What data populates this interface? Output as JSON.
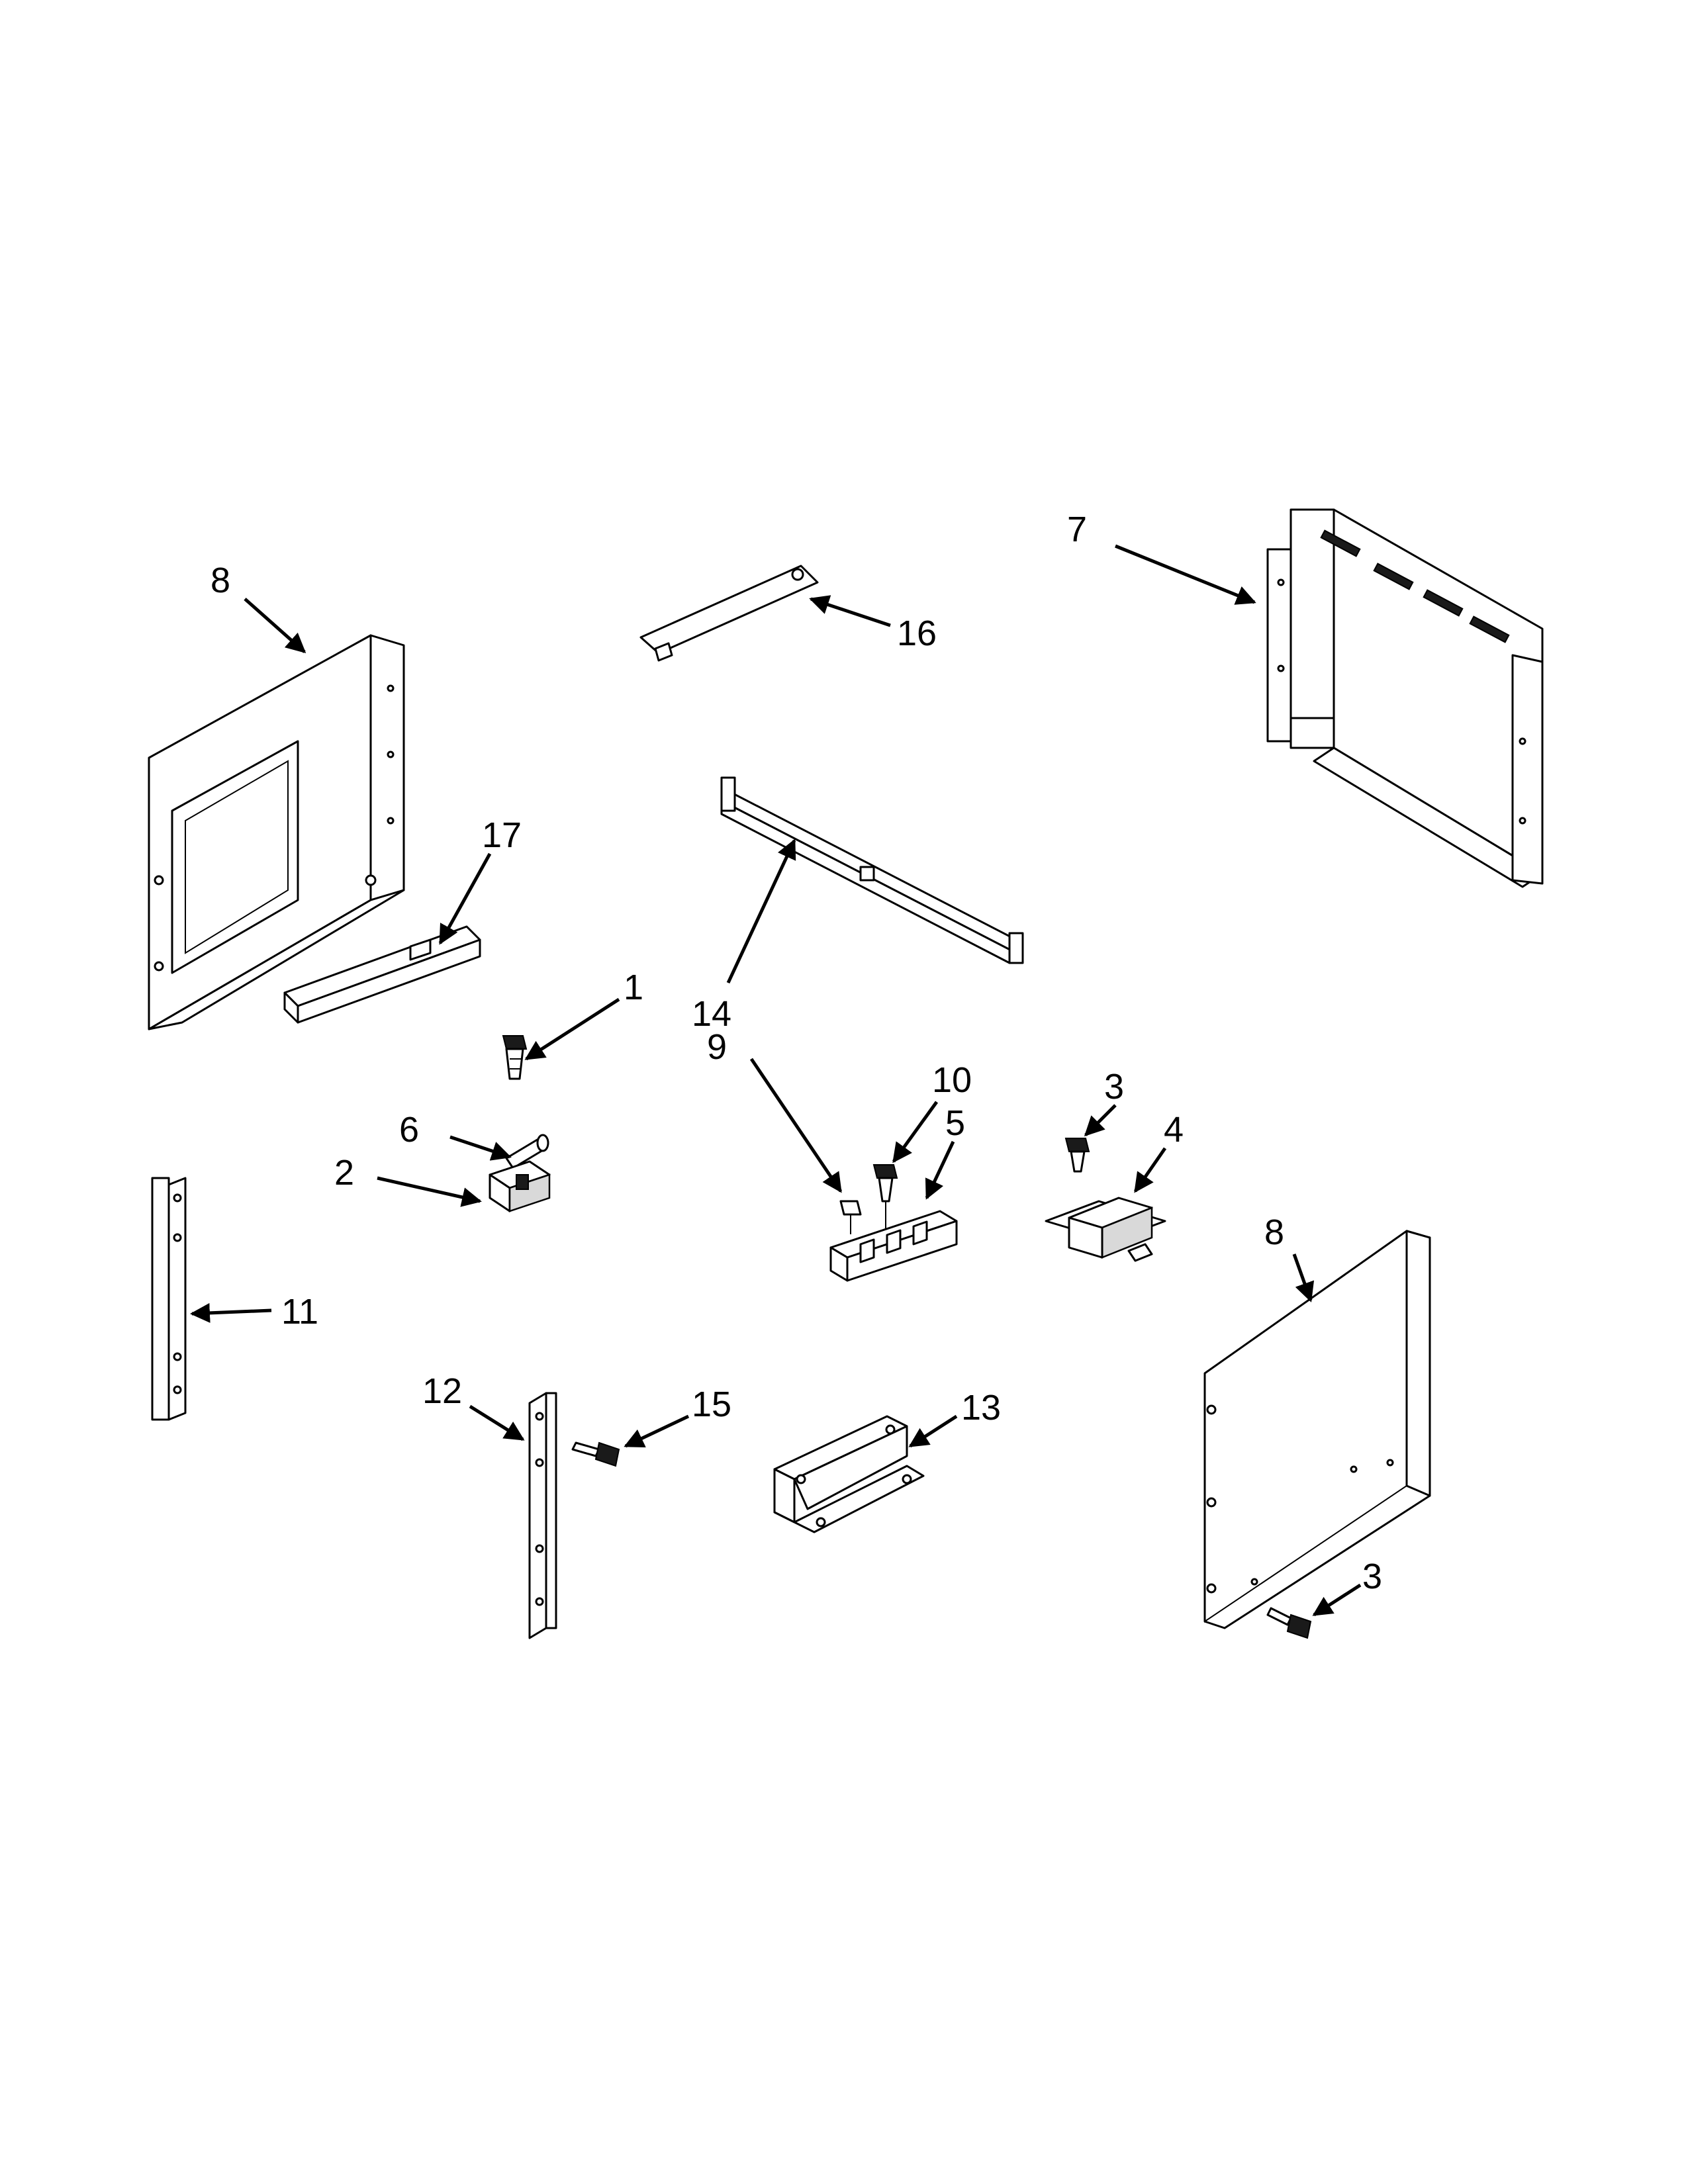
{
  "diagram": {
    "callouts": [
      {
        "id": "c-8-left",
        "label": "8"
      },
      {
        "id": "c-7",
        "label": "7"
      },
      {
        "id": "c-16",
        "label": "16"
      },
      {
        "id": "c-17",
        "label": "17"
      },
      {
        "id": "c-14",
        "label": "14"
      },
      {
        "id": "c-1",
        "label": "1"
      },
      {
        "id": "c-6",
        "label": "6"
      },
      {
        "id": "c-2",
        "label": "2"
      },
      {
        "id": "c-9",
        "label": "9"
      },
      {
        "id": "c-10",
        "label": "10"
      },
      {
        "id": "c-5",
        "label": "5"
      },
      {
        "id": "c-3-top",
        "label": "3"
      },
      {
        "id": "c-4",
        "label": "4"
      },
      {
        "id": "c-8-right",
        "label": "8"
      },
      {
        "id": "c-11",
        "label": "11"
      },
      {
        "id": "c-12",
        "label": "12"
      },
      {
        "id": "c-15",
        "label": "15"
      },
      {
        "id": "c-13",
        "label": "13"
      },
      {
        "id": "c-3-bottom",
        "label": "3"
      }
    ]
  }
}
